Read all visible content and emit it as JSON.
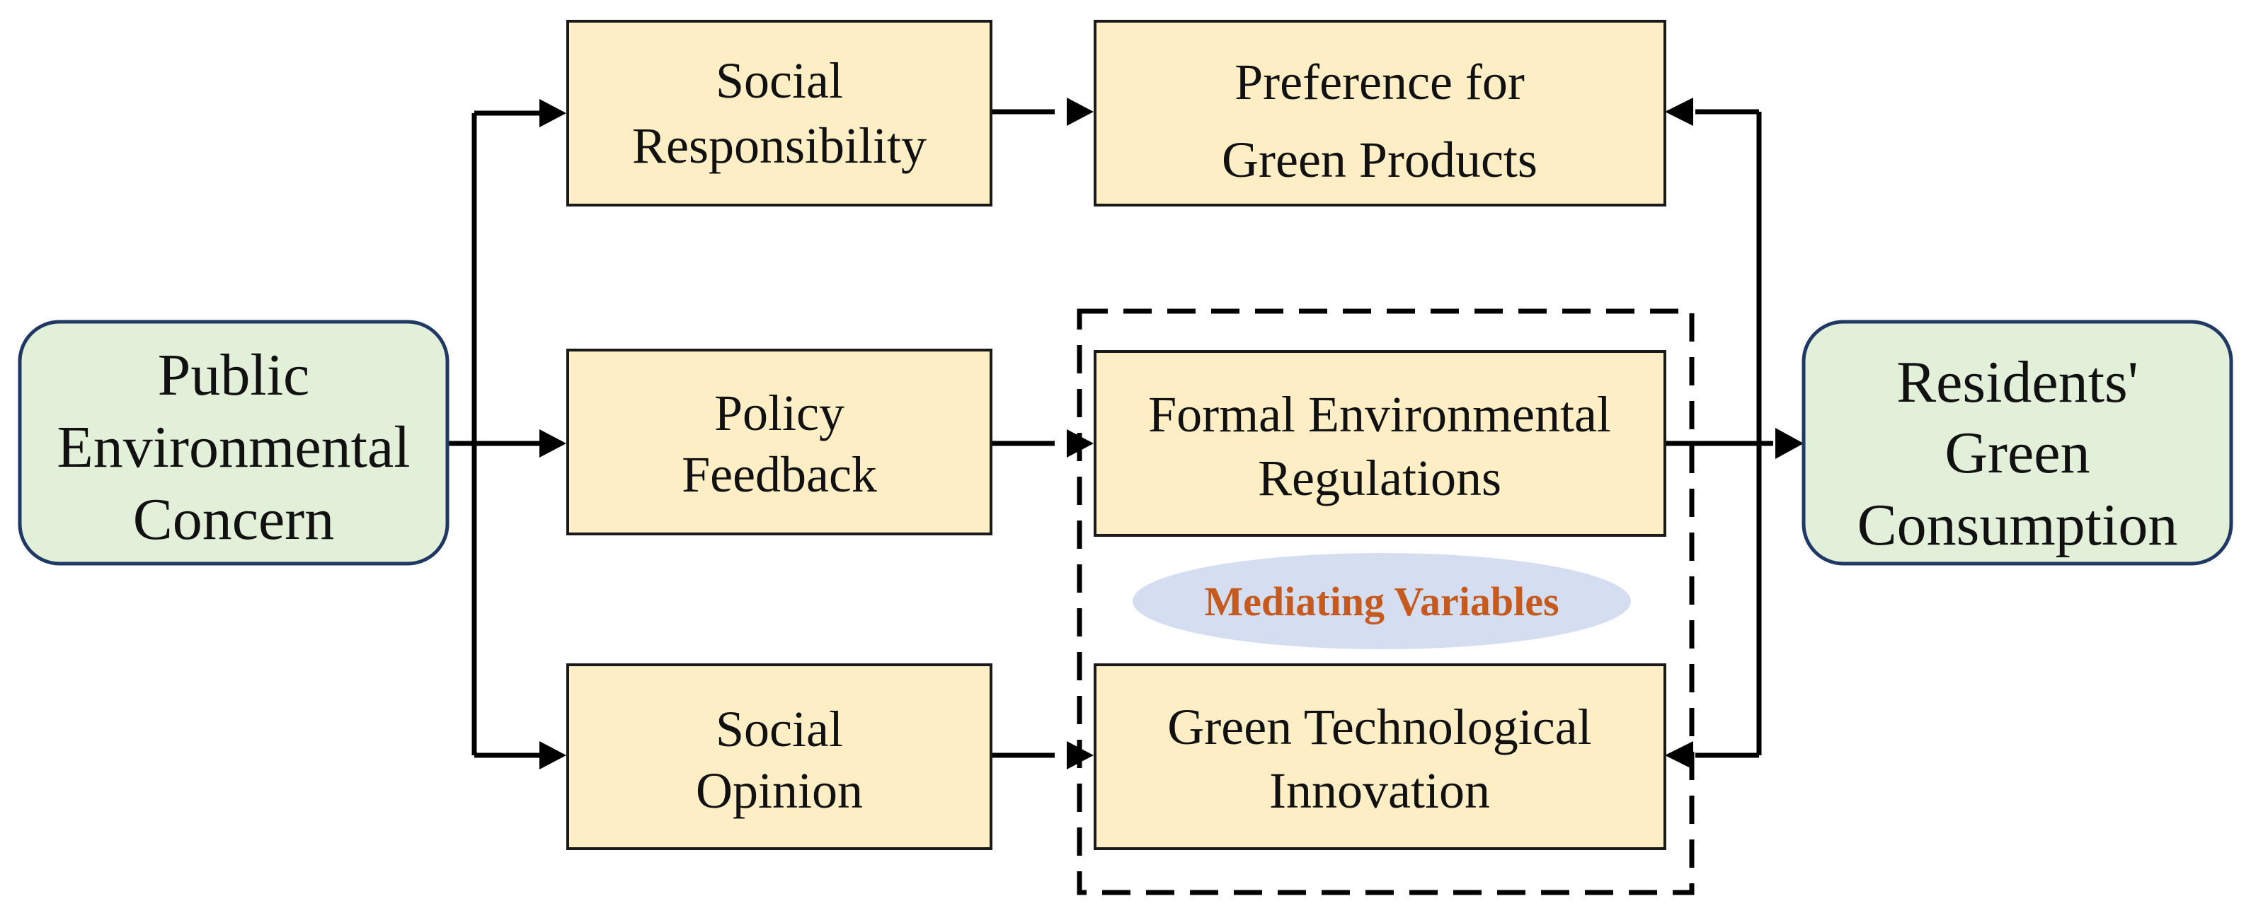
{
  "diagram": {
    "source": {
      "lines": [
        "Public",
        "Environmental",
        "Concern"
      ]
    },
    "target": {
      "lines": [
        "Residents'",
        "Green",
        "Consumption"
      ]
    },
    "channels": [
      {
        "lines": [
          "Social",
          "Responsibility"
        ]
      },
      {
        "lines": [
          "Policy",
          "Feedback"
        ]
      },
      {
        "lines": [
          "Social",
          "Opinion"
        ]
      }
    ],
    "outcomes": [
      {
        "lines": [
          "Preference for",
          "Green Products"
        ]
      },
      {
        "lines": [
          "Formal Environmental",
          "Regulations"
        ]
      },
      {
        "lines": [
          "Green Technological",
          "Innovation"
        ]
      }
    ],
    "mediating_label": "Mediating Variables",
    "colors": {
      "terminal_fill": "#e2efd9",
      "terminal_border": "#1f3864",
      "box_fill": "#fdeec6",
      "oval_fill": "#d5def0",
      "mediating_text": "#c5591e"
    }
  }
}
